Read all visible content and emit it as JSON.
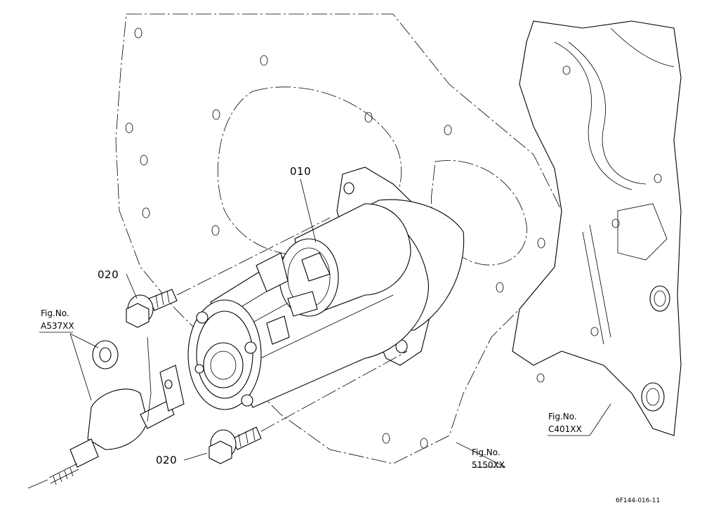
{
  "callouts": {
    "part_010": "010",
    "part_020_upper": "020",
    "part_020_lower": "020"
  },
  "figure_refs": {
    "a537": {
      "line1": "Fig.No.",
      "line2": "A537XX"
    },
    "c401": {
      "line1": "Fig.No.",
      "line2": "C401XX"
    },
    "s5150": {
      "line1": "Fig.No.",
      "line2": "5150XX"
    }
  },
  "drawing_code": "6F144-016-11"
}
